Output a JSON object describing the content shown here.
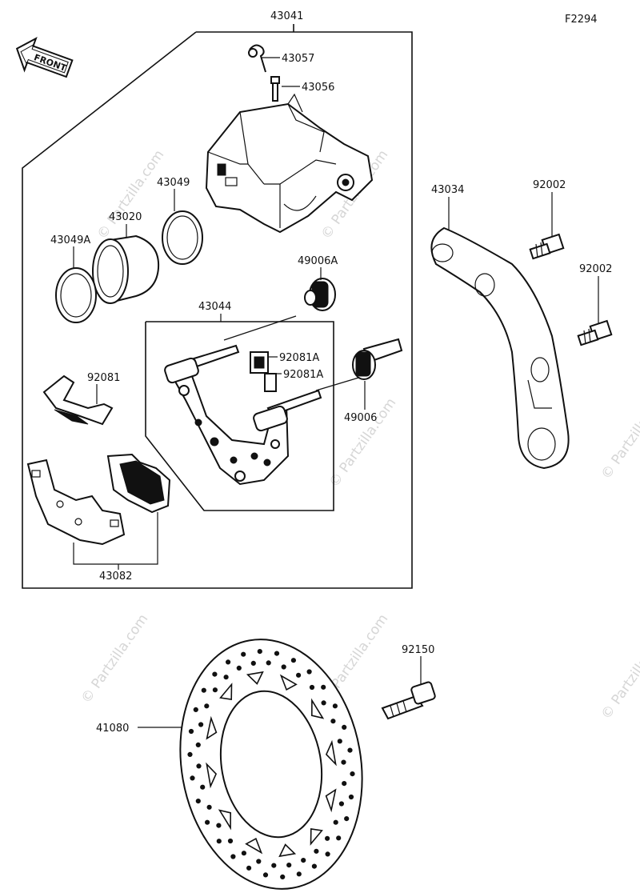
{
  "diagram_code": "F2294",
  "front_label": "FRONT",
  "watermark": "© Partzilla.com",
  "parts": {
    "p43041": "43041",
    "p43057": "43057",
    "p43056": "43056",
    "p43049": "43049",
    "p43020": "43020",
    "p43049A": "43049A",
    "p49006A": "49006A",
    "p43044": "43044",
    "p92081A_1": "92081A",
    "p92081A_2": "92081A",
    "p92081": "92081",
    "p49006": "49006",
    "p43082": "43082",
    "p43034": "43034",
    "p92002_1": "92002",
    "p92002_2": "92002",
    "p92150": "92150",
    "p41080": "41080"
  }
}
